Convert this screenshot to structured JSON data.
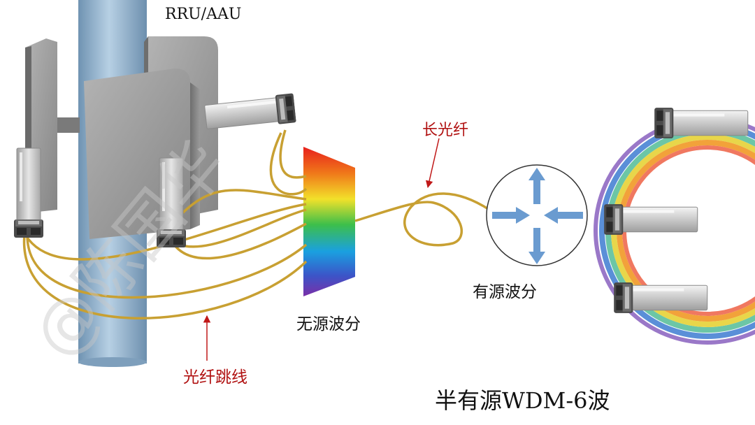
{
  "labels": {
    "rru_aau": "RRU/AAU",
    "long_fiber": "长光纤",
    "passive_wdm": "无源波分",
    "active_wdm": "有源波分",
    "fiber_jumper": "光纤跳线",
    "title": "半有源WDM-6波",
    "watermark": "@陈国华"
  },
  "colors": {
    "fiber": "#c8a032",
    "arrow_red": "#c01818",
    "pole": "#8fb3cf",
    "panel": "#9c9c9c",
    "wdm_arrow": "#6a9bd0"
  },
  "icons": [
    "sfp-module-icon",
    "wdm-demux-icon",
    "arrow-up-icon",
    "arrow-down-icon",
    "arrow-left-icon",
    "arrow-right-icon"
  ]
}
